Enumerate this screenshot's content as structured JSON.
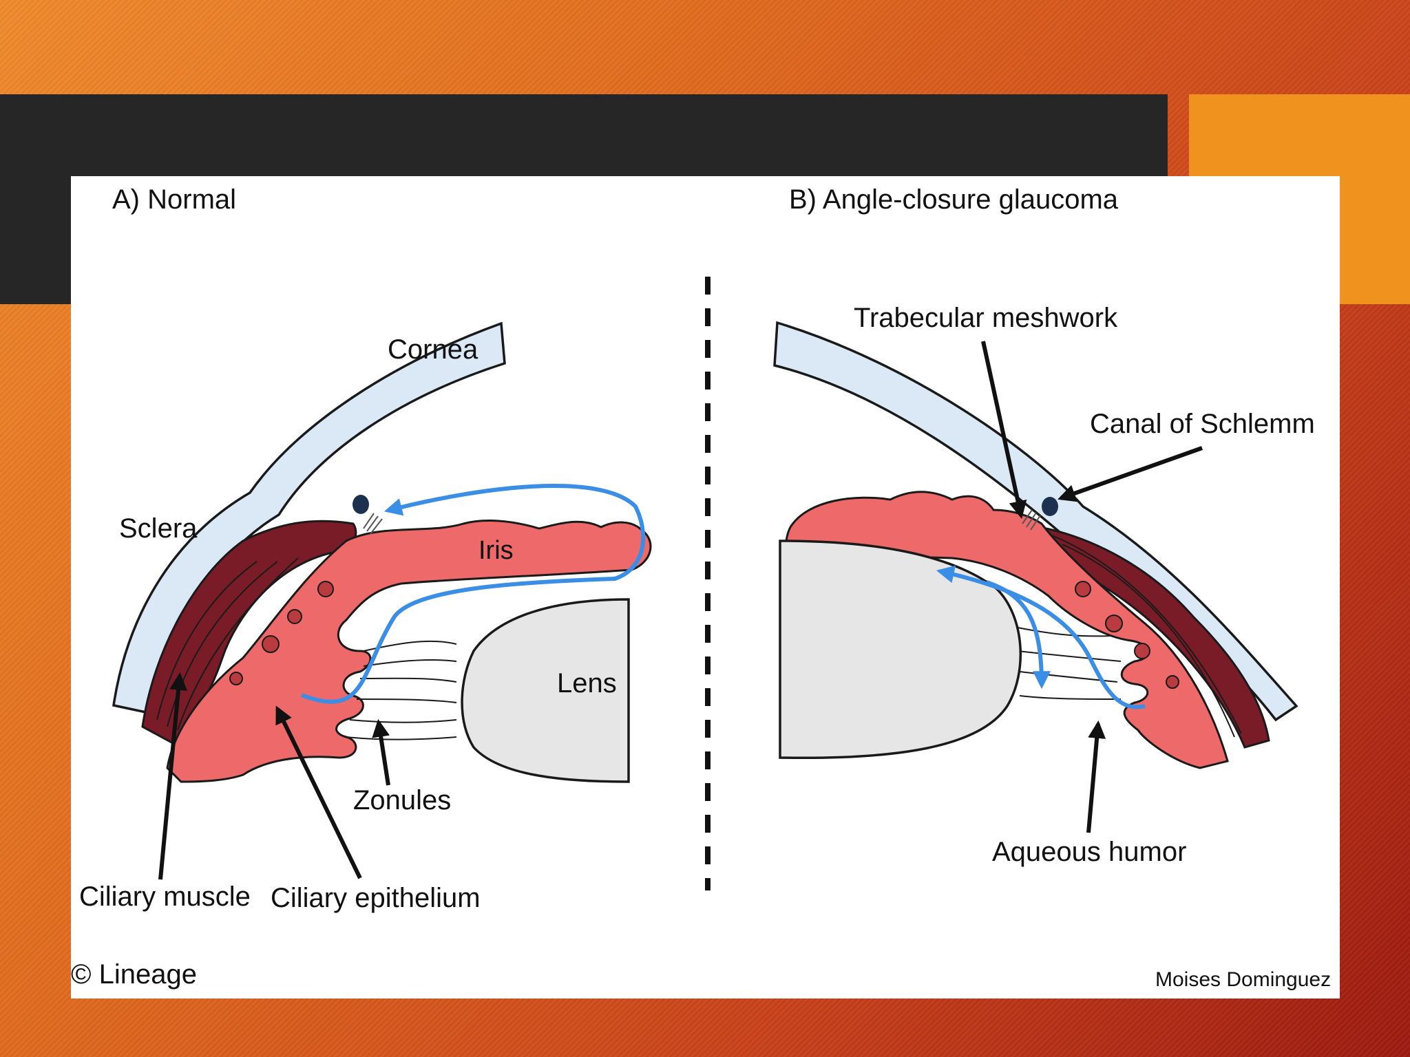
{
  "panel_a_title": "A) Normal",
  "panel_b_title": "B) Angle-closure glaucoma",
  "labels_a": {
    "cornea": "Cornea",
    "sclera": "Sclera",
    "iris": "Iris",
    "lens": "Lens",
    "zonules": "Zonules",
    "ciliary_muscle": "Ciliary muscle",
    "ciliary_epithelium": "Ciliary epithelium"
  },
  "labels_b": {
    "trabecular_meshwork": "Trabecular meshwork",
    "canal_of_schlemm": "Canal of Schlemm",
    "aqueous_humor": "Aqueous humor"
  },
  "copyright": "© Lineage",
  "author": "Moises Dominguez",
  "colors": {
    "cornea": "#dbe8f5",
    "iris": "#ee6a6a",
    "muscle": "#7a1c28",
    "lens": "#e6e6e6",
    "flow": "#3a8ee6",
    "canal": "#1c3150"
  }
}
